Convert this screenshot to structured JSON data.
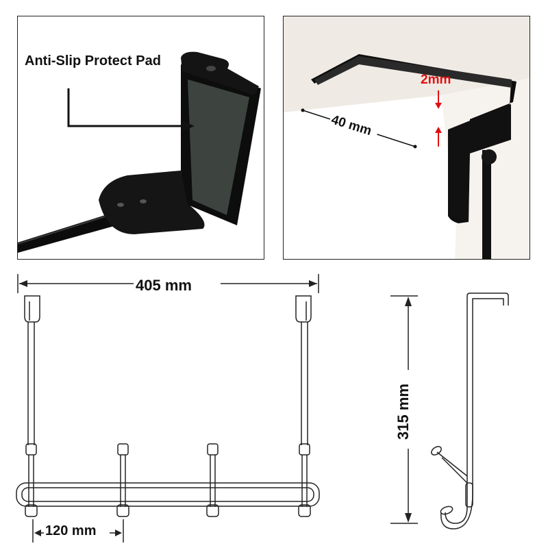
{
  "detail_pad": {
    "label": "Anti-Slip Protect Pad"
  },
  "detail_door": {
    "gap_label": "2mm",
    "depth_label": "40 mm"
  },
  "front_view": {
    "width_label": "405 mm",
    "spacing_label": "120 mm"
  },
  "side_view": {
    "height_label": "315 mm"
  },
  "colors": {
    "product": "#111111",
    "accent": "#e01010",
    "line": "#222222"
  }
}
